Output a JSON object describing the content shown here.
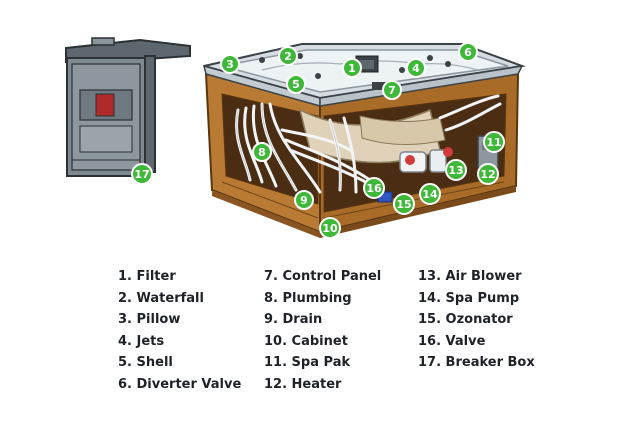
{
  "colors": {
    "marker_green": "#3fb83a",
    "cabinet_wood": "#b97a33",
    "breaker_box_gray": "#7d8a90",
    "shell_white": "#e8eef2",
    "text_dark": "#1f2227"
  },
  "markers": [
    "1",
    "2",
    "3",
    "4",
    "5",
    "6",
    "7",
    "8",
    "9",
    "10",
    "11",
    "12",
    "13",
    "14",
    "15",
    "16",
    "17"
  ],
  "legend": [
    "1. Filter",
    "2. Waterfall",
    "3. Pillow",
    "4. Jets",
    "5. Shell",
    "6. Diverter Valve",
    "7. Control Panel",
    "8. Plumbing",
    "9. Drain",
    "10. Cabinet",
    "11. Spa Pak",
    "12. Heater",
    "13. Air Blower",
    "14. Spa Pump",
    "15. Ozonator",
    "16. Valve",
    "17. Breaker Box"
  ]
}
